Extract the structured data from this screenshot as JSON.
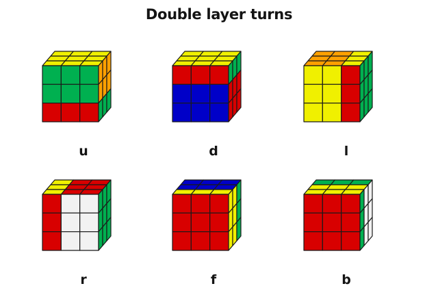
{
  "title": "Double layer turns",
  "palette": {
    "Y": "#f0f000",
    "G": "#00b050",
    "O": "#ffa000",
    "R": "#d80000",
    "B": "#0000c8",
    "W": "#f2f2f2",
    "edge": "#1a1a1a"
  },
  "cubes": [
    {
      "label": "u",
      "top": [
        "YYY",
        "YYY",
        "YYY"
      ],
      "front": [
        "GGG",
        "GGG",
        "RRR"
      ],
      "right": [
        "OOO",
        "OOO",
        "GGG"
      ]
    },
    {
      "label": "d",
      "top": [
        "YYY",
        "YYY",
        "YYY"
      ],
      "front": [
        "RRR",
        "BBB",
        "BBB"
      ],
      "right": [
        "GGG",
        "RRR",
        "RRR"
      ]
    },
    {
      "label": "l",
      "top": [
        "OOY",
        "OOY",
        "OOY"
      ],
      "front": [
        "YYR",
        "YYR",
        "YYR"
      ],
      "right": [
        "GGG",
        "GGG",
        "GGG"
      ]
    },
    {
      "label": "r",
      "top": [
        "YRR",
        "YRR",
        "YRR"
      ],
      "front": [
        "RWW",
        "RWW",
        "RWW"
      ],
      "right": [
        "GGG",
        "GGG",
        "GGG"
      ]
    },
    {
      "label": "f",
      "top": [
        "BBB",
        "BBB",
        "YYY"
      ],
      "front": [
        "RRR",
        "RRR",
        "RRR"
      ],
      "right": [
        "YYG",
        "YYG",
        "YYG"
      ]
    },
    {
      "label": "b",
      "top": [
        "GGG",
        "YYY",
        "YYY"
      ],
      "front": [
        "RRR",
        "RRR",
        "RRR"
      ],
      "right": [
        "GWW",
        "GWW",
        "GWW"
      ]
    }
  ]
}
